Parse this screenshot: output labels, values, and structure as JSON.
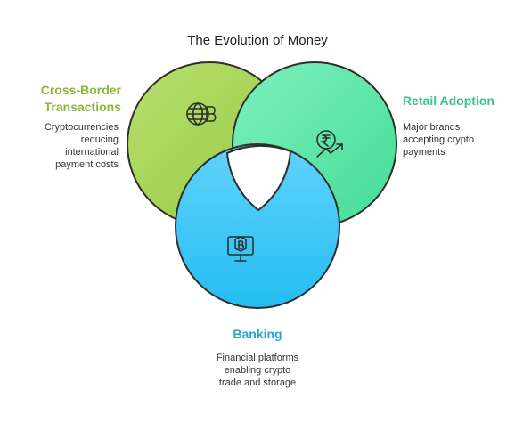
{
  "title": "The Evolution of Money",
  "sets": [
    {
      "id": "cross-border",
      "title": "Cross-Border\nTransactions",
      "description": "Cryptocurrencies\nreducing\ninternational\npayment costs",
      "color": "#a6d25a",
      "title_color": "#8db73a",
      "icon": "globe-bitcoin-icon"
    },
    {
      "id": "retail",
      "title": "Retail Adoption",
      "description": "Major brands\naccepting crypto\npayments",
      "color": "#5fe6a8",
      "title_color": "#3fc08a",
      "icon": "rupee-growth-icon"
    },
    {
      "id": "banking",
      "title": "Banking",
      "description": "Financial platforms\nenabling crypto\ntrade and storage",
      "color": "#3cc6f4",
      "title_color": "#2aa3d6",
      "icon": "monitor-bitcoin-icon"
    }
  ]
}
